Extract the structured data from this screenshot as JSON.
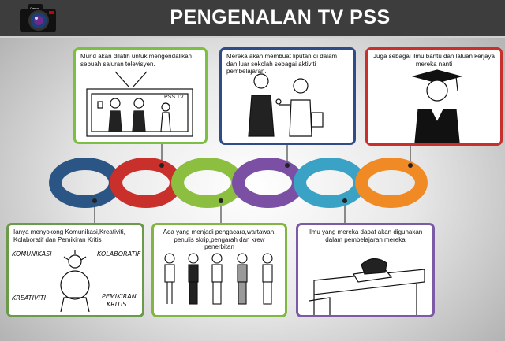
{
  "header": {
    "title": "PENGENALAN TV PSS",
    "camera_brand": "Canon"
  },
  "boxes": {
    "b1": {
      "text": "Murid akan dilatih untuk mengendalikan sebuah saluran televisyen.",
      "sign": "PSS TV"
    },
    "b2": {
      "text": "Mereka akan membuat liputan di dalam dan luar sekolah sebagai aktiviti pembelajaran."
    },
    "b3": {
      "text": "Juga sebagai ilmu bantu dan laluan kerjaya mereka nanti"
    },
    "b4": {
      "text": "Ianya menyokong Komunikasi,Kreativiti, Kolaboratif dan Pemikiran Kritis",
      "labels": {
        "komunikasi": "KOMUNIKASI",
        "kolaboratif": "KOLABORATIF",
        "kreativiti": "KREATIVITI",
        "pemikiran": "PEMIKIRAN",
        "kritis": "KRITIS"
      }
    },
    "b5": {
      "text": "Ada yang menjadi pengacara,wartawan, penulis skrip,pengarah dan krew penerbitan"
    },
    "b6": {
      "text": "Ilmu yang mereka dapat akan digunakan dalam pembelajaran mereka"
    }
  },
  "colors": {
    "ring1": "#2a5585",
    "ring2": "#c9302c",
    "ring3": "#8cbf3f",
    "ring4": "#7b4fa3",
    "ring5": "#3aa2c4",
    "ring6": "#f08a24"
  }
}
